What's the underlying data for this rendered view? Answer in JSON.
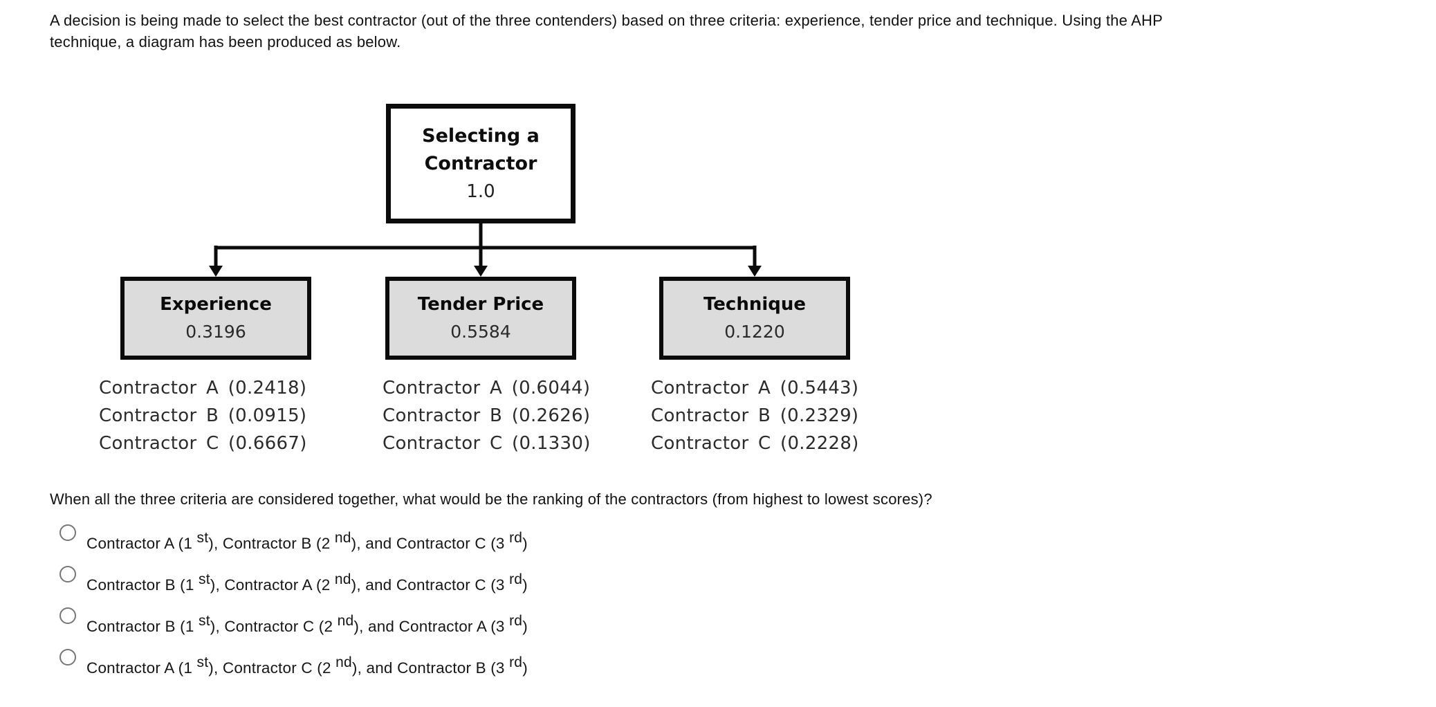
{
  "intro": {
    "line1": "A decision is being made to select the best contractor (out of the three contenders) based on three criteria: experience, tender price and technique. Using the AHP",
    "line2": "technique, a diagram has been produced as below."
  },
  "diagram": {
    "goal": {
      "title_line1": "Selecting a",
      "title_line2": "Contractor",
      "weight": "1.0"
    },
    "criteria": [
      {
        "name": "Experience",
        "weight": "0.3196",
        "alternatives": [
          "Contractor A (0.2418)",
          "Contractor B (0.0915)",
          "Contractor C (0.6667)"
        ]
      },
      {
        "name": "Tender Price",
        "weight": "0.5584",
        "alternatives": [
          "Contractor A (0.6044)",
          "Contractor B (0.2626)",
          "Contractor C (0.1330)"
        ]
      },
      {
        "name": "Technique",
        "weight": "0.1220",
        "alternatives": [
          "Contractor A (0.5443)",
          "Contractor B (0.2329)",
          "Contractor C (0.2228)"
        ]
      }
    ],
    "colors": {
      "box_fill": "#dcdcdc",
      "goal_fill": "#ffffff",
      "line": "#0b0b0b"
    }
  },
  "question": {
    "text": "When all the three criteria are considered together, what would be the ranking of the contractors (from highest to lowest scores)?",
    "options": [
      {
        "segments": [
          {
            "text": "Contractor A (1 "
          },
          {
            "sup": "st"
          },
          {
            "text": "), Contractor B (2 "
          },
          {
            "sup": "nd"
          },
          {
            "text": "), and Contractor C (3 "
          },
          {
            "sup": "rd"
          },
          {
            "text": ")"
          }
        ]
      },
      {
        "segments": [
          {
            "text": "Contractor B (1 "
          },
          {
            "sup": "st"
          },
          {
            "text": "), Contractor A (2 "
          },
          {
            "sup": "nd"
          },
          {
            "text": "), and Contractor C (3 "
          },
          {
            "sup": "rd"
          },
          {
            "text": ")"
          }
        ]
      },
      {
        "segments": [
          {
            "text": "Contractor B (1 "
          },
          {
            "sup": "st"
          },
          {
            "text": "), Contractor C (2 "
          },
          {
            "sup": "nd"
          },
          {
            "text": "), and Contractor A (3 "
          },
          {
            "sup": "rd"
          },
          {
            "text": ")"
          }
        ]
      },
      {
        "segments": [
          {
            "text": "Contractor A (1 "
          },
          {
            "sup": "st"
          },
          {
            "text": "), Contractor C (2 "
          },
          {
            "sup": "nd"
          },
          {
            "text": "), and Contractor B (3 "
          },
          {
            "sup": "rd"
          },
          {
            "text": ")"
          }
        ]
      }
    ]
  }
}
